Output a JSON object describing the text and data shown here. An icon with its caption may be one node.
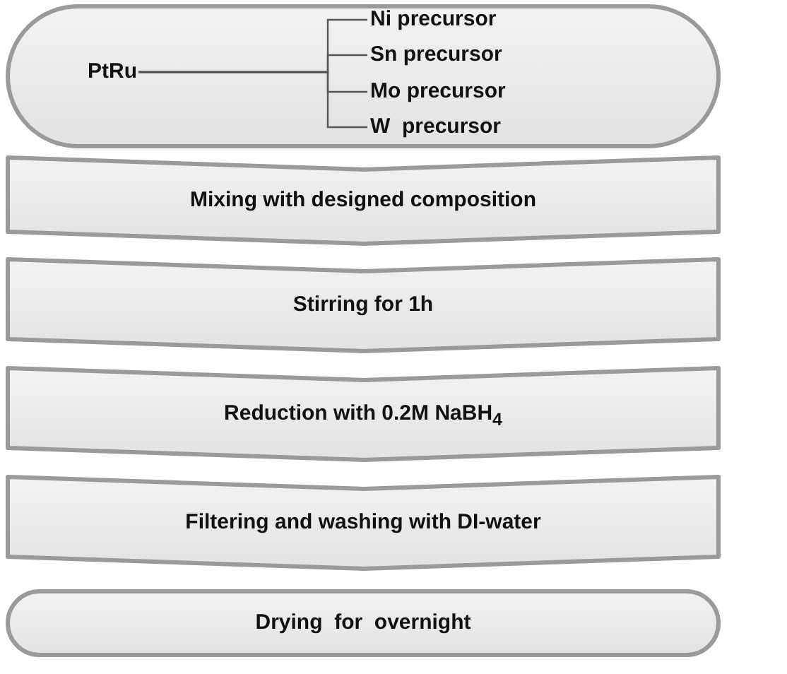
{
  "diagram": {
    "nodes": [
      {
        "text": [],
        "shape": "box"
      },
      {
        "text": [
          "PtRu"
        ],
        "in": 0
      },
      {
        "text": [
          "Ni precursor"
        ],
        "in": 0
      },
      {
        "text": [
          "Sn precursor"
        ],
        "in": 0
      },
      {
        "text": [
          "Mo precursor"
        ],
        "in": 0
      },
      {
        "text": [
          "W  precursor"
        ],
        "in": 0
      },
      {
        "text": [
          "Mixing with designed composition"
        ]
      },
      {
        "text": [
          "Stirring for 1h"
        ]
      },
      {
        "text": [
          "Reduction with 0.2M NaBH$_{4}$"
        ]
      },
      {
        "text": [
          "Filtering and washing with DI-water"
        ]
      },
      {
        "text": [
          "Drying  for  overnight"
        ]
      }
    ],
    "edges": [
      {
        "from": 1,
        "to": 2,
        "arrow": "none"
      },
      {
        "from": 1,
        "to": 3,
        "arrow": "none"
      },
      {
        "from": 1,
        "to": 4,
        "arrow": "none"
      },
      {
        "from": 1,
        "to": 5,
        "arrow": "none"
      }
    ]
  }
}
